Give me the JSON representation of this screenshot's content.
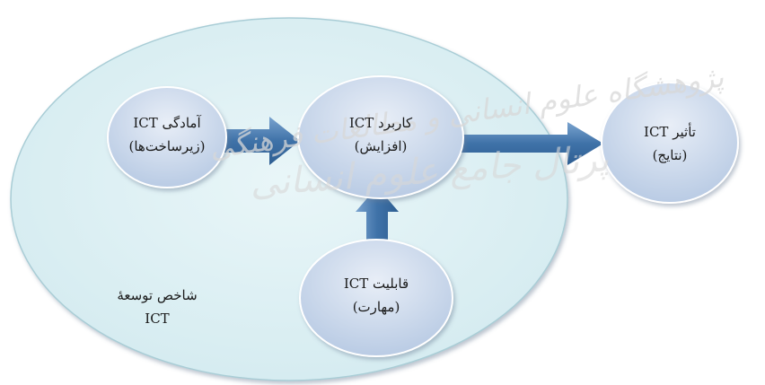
{
  "watermark": {
    "line1": "پژوهشگاه علوم انسانی و مطالعات فرهنگی",
    "line2": "پرتال جامع علوم انسانی"
  },
  "nodes": {
    "readiness": {
      "line1": "آمادگی ICT",
      "line2": "(زیرساخت‌ها)"
    },
    "usage": {
      "line1": "کاربرد ICT",
      "line2": "(افزایش)"
    },
    "impact": {
      "line1": "تأثیر ICT",
      "line2": "(نتایج)"
    },
    "capability": {
      "line1": "قابلیت ICT",
      "line2": "(مهارت)"
    },
    "index": {
      "line1": "شاخص توسعهٔ",
      "line2": "ICT"
    }
  },
  "colors": {
    "outer_fill": "#dff0f3",
    "outer_stroke": "#a9cdd6",
    "node_fill": "#cdd9ec",
    "node_stroke": "#ffffff",
    "arrow_fill": "#4d7fb3"
  }
}
